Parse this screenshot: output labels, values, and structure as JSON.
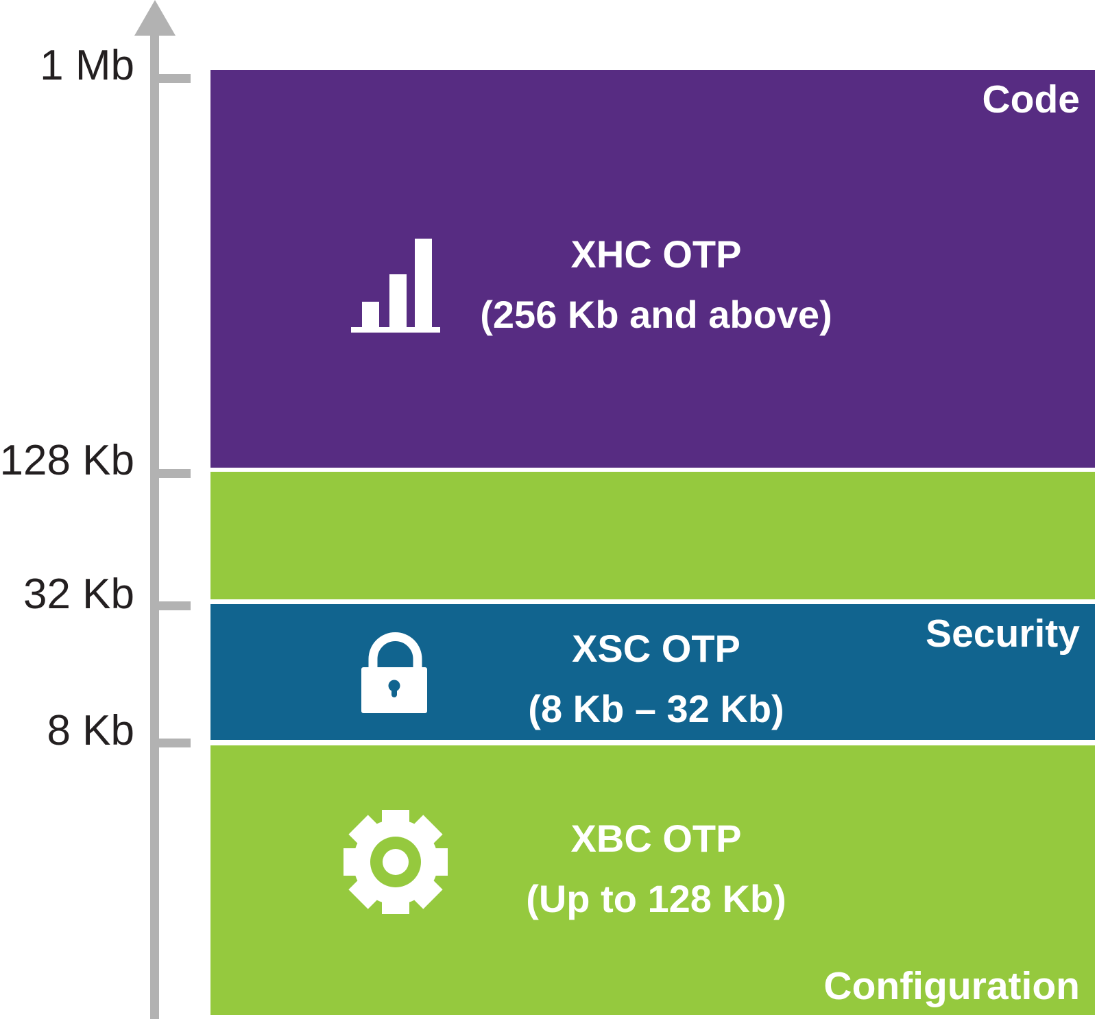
{
  "axis": {
    "unit_labels": [
      "1 Mb",
      "128 Kb",
      "32 Kb",
      "8 Kb"
    ],
    "orientation": "vertical, arrow pointing up"
  },
  "segments": {
    "code": {
      "category": "Code",
      "title": "XHC OTP",
      "subtitle": "(256 Kb and above)",
      "color": "#572c82",
      "icon": "bar-chart-icon",
      "axis_span": "128 Kb to 1 Mb"
    },
    "mid_band": {
      "category": "",
      "title": "",
      "subtitle": "",
      "color": "#95c93e",
      "icon": "",
      "axis_span": "32 Kb to 128 Kb"
    },
    "security": {
      "category": "Security",
      "title": "XSC OTP",
      "subtitle": "(8 Kb – 32 Kb)",
      "color": "#11648f",
      "icon": "lock-icon",
      "axis_span": "8 Kb to 32 Kb"
    },
    "configuration": {
      "category": "Configuration",
      "title": "XBC OTP",
      "subtitle": "(Up to 128 Kb)",
      "color": "#95c93e",
      "icon": "gear-icon",
      "axis_span": "below 8 Kb"
    }
  },
  "colors": {
    "purple": "#572c82",
    "green": "#95c93e",
    "blue": "#11648f",
    "axis_gray": "#b2b2b2",
    "text_black": "#231f20",
    "text_white": "#ffffff"
  }
}
